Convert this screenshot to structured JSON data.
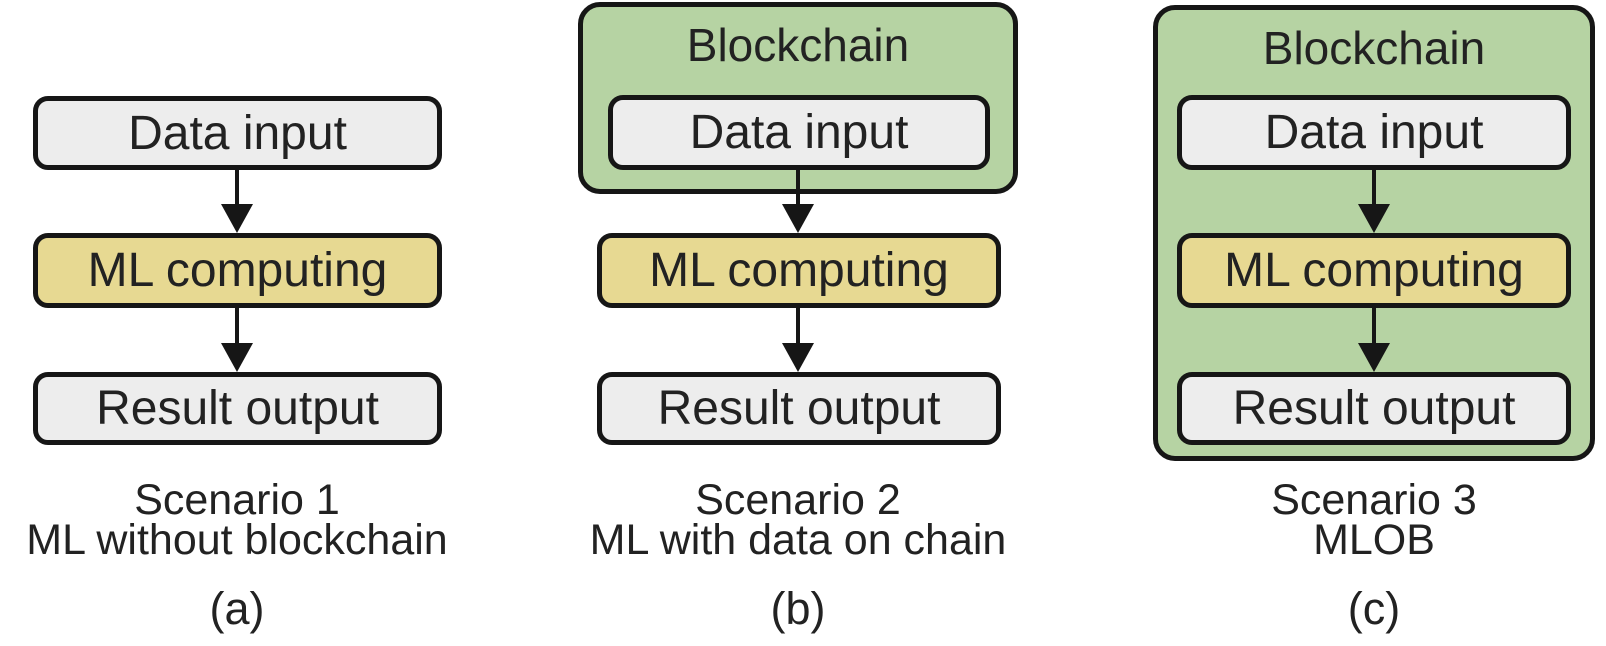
{
  "figure": {
    "panels": [
      {
        "caption_title": "Scenario 1",
        "caption_subtitle": "ML without blockchain",
        "caption_tag": "(a)",
        "boxes": {
          "input": "Data input",
          "compute": "ML computing",
          "output": "Result output"
        }
      },
      {
        "blockchain_label": "Blockchain",
        "caption_title": "Scenario 2",
        "caption_subtitle": "ML with data on chain",
        "caption_tag": "(b)",
        "boxes": {
          "input": "Data input",
          "compute": "ML computing",
          "output": "Result output"
        }
      },
      {
        "blockchain_label": "Blockchain",
        "caption_title": "Scenario 3",
        "caption_subtitle": "MLOB",
        "caption_tag": "(c)",
        "boxes": {
          "input": "Data input",
          "compute": "ML computing",
          "output": "Result output"
        }
      }
    ],
    "colors": {
      "blockchain_fill": "#b6d3a3",
      "compute_fill": "#e7d992",
      "io_fill": "#ededed",
      "stroke": "#161616",
      "text": "#222222",
      "background": "#ffffff"
    }
  }
}
